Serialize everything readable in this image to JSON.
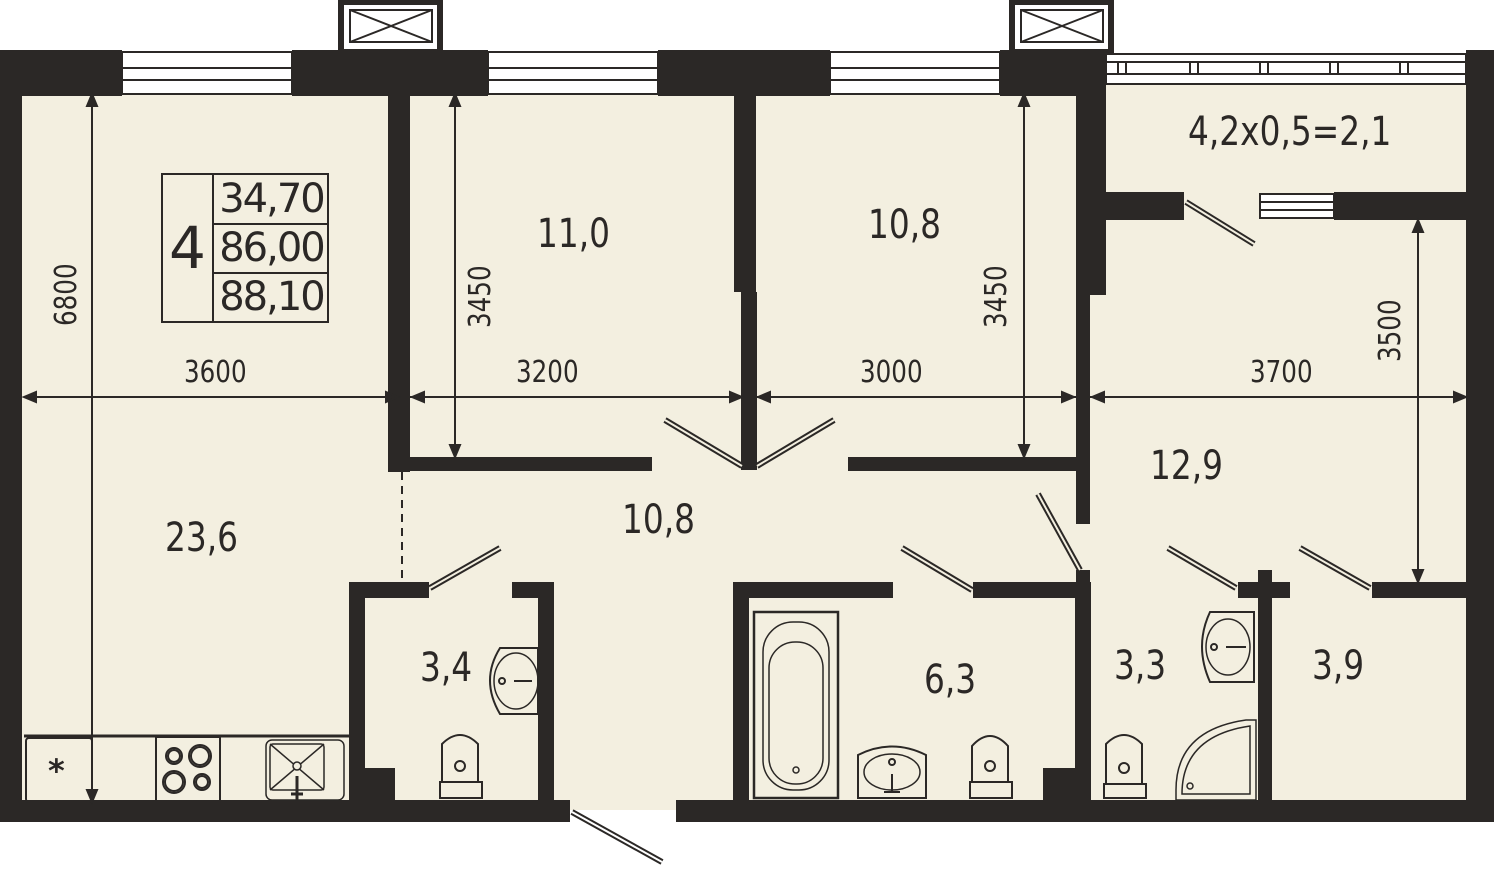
{
  "plan": {
    "summary": {
      "rooms": "4",
      "living_area": "34,70",
      "total_area": "86,00",
      "total_area_with_balcony": "88,10"
    },
    "rooms": [
      {
        "id": "living-kitchen",
        "area": "23,6"
      },
      {
        "id": "bedroom-1",
        "area": "11,0"
      },
      {
        "id": "bedroom-2",
        "area": "10,8"
      },
      {
        "id": "hallway",
        "area": "10,8"
      },
      {
        "id": "bedroom-3",
        "area": "12,9"
      },
      {
        "id": "wc",
        "area": "3,4"
      },
      {
        "id": "bathroom",
        "area": "6,3"
      },
      {
        "id": "shower-room",
        "area": "3,3"
      },
      {
        "id": "storage",
        "area": "3,9"
      },
      {
        "id": "balcony",
        "area": "4,2x0,5=2,1"
      }
    ],
    "dimensions": {
      "kitchen_depth": "6800",
      "kitchen_width": "3600",
      "bedroom1_width": "3200",
      "bedroom1_depth": "3450",
      "bedroom2_width": "3000",
      "bedroom2_depth": "3450",
      "bedroom3_width": "3700",
      "bedroom3_depth": "3500"
    },
    "fridge_symbol": "*",
    "colors": {
      "floor": "#f3efe0",
      "wall": "#2b2826",
      "background": "#ffffff"
    }
  }
}
